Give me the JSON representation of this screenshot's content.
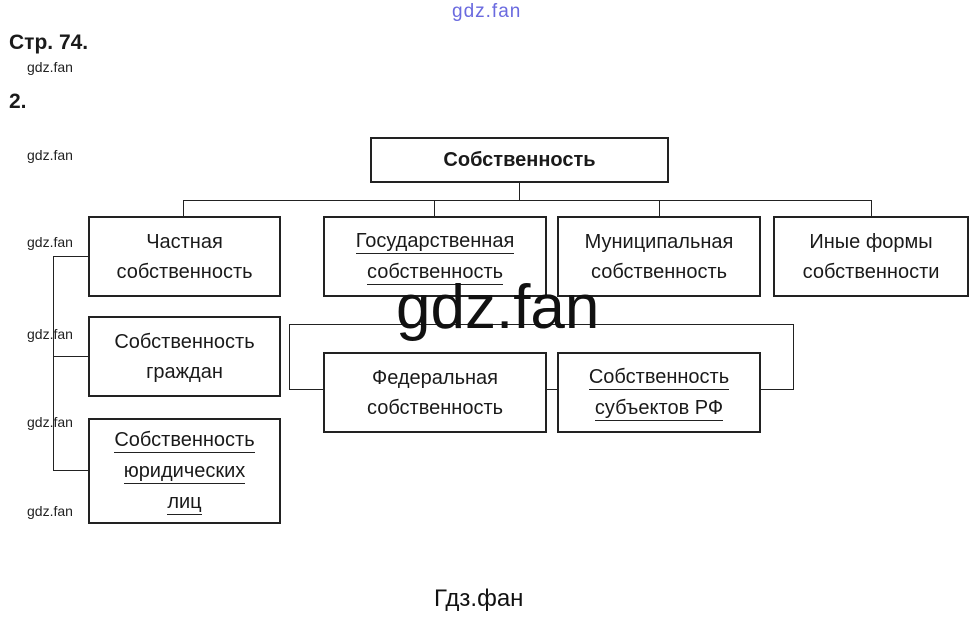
{
  "header": {
    "page": "Стр. 74.",
    "task": "2."
  },
  "watermarks": {
    "top": "gdz.fan",
    "small": "gdz.fan",
    "big": "gdz.fan",
    "bottom": "Гдз.фан"
  },
  "diagram": {
    "root": "Собственность",
    "level1": [
      {
        "lines": [
          "Частная",
          "собственность"
        ]
      },
      {
        "lines": [
          "Государственная",
          "собственность"
        ]
      },
      {
        "lines": [
          "Муниципальная",
          "собственность"
        ]
      },
      {
        "lines": [
          "Иные формы",
          "собственности"
        ]
      }
    ],
    "private_children": [
      {
        "lines": [
          "Собственность",
          "граждан"
        ]
      },
      {
        "lines": [
          "Собственность",
          "юридических",
          "лиц"
        ]
      }
    ],
    "state_children": [
      {
        "lines": [
          "Федеральная",
          "собственность"
        ]
      },
      {
        "lines": [
          "Собственность",
          "субъектов РФ"
        ]
      }
    ]
  }
}
